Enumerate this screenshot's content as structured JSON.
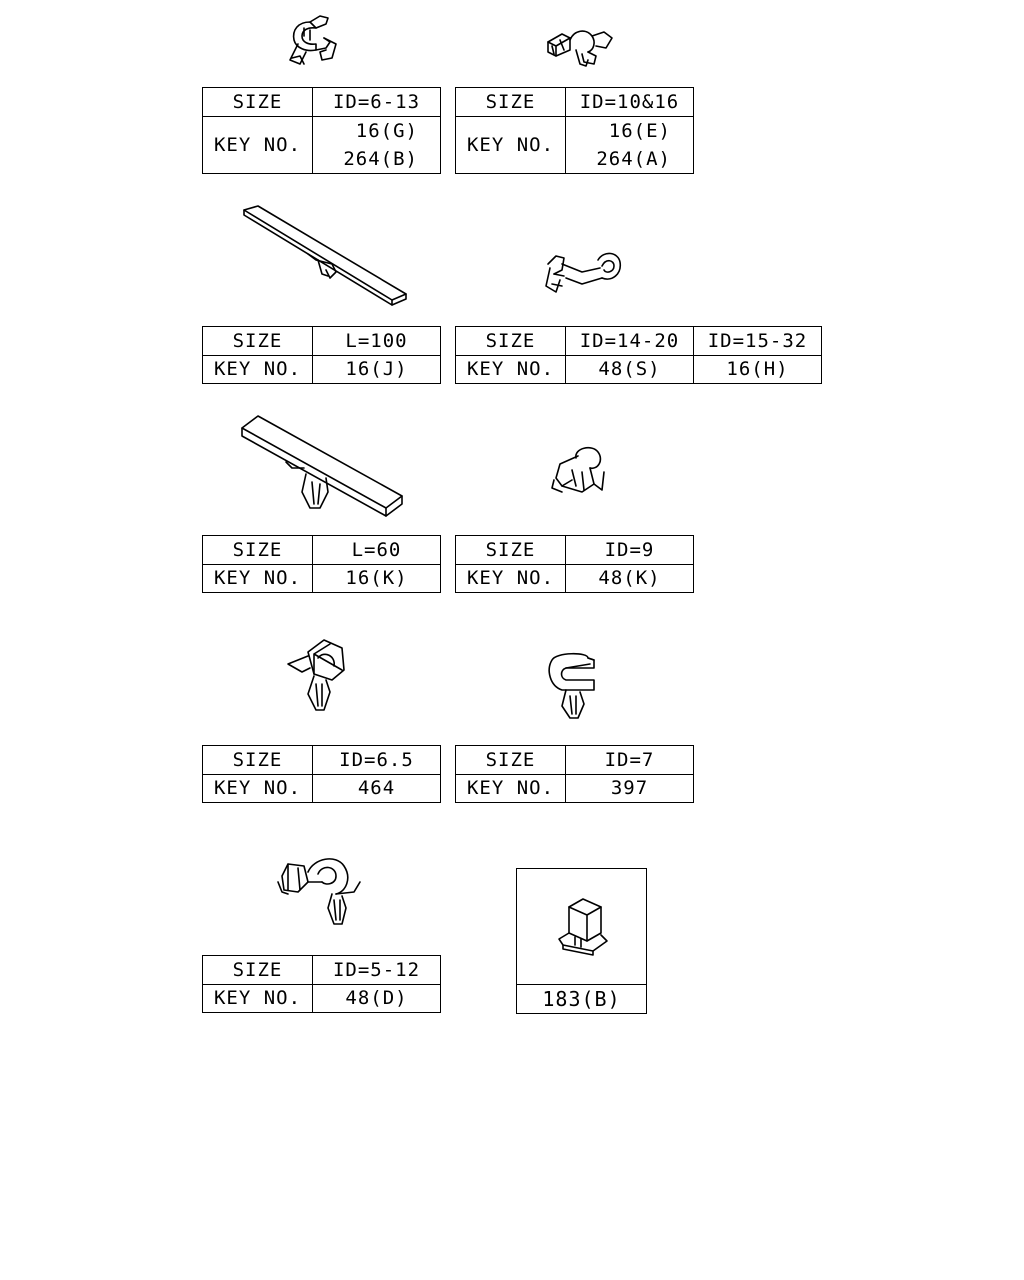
{
  "labels": {
    "size": "SIZE",
    "key": "KEY NO."
  },
  "parts": [
    {
      "size": "ID=6-13",
      "keys": [
        "16(G)",
        "264(B)"
      ]
    },
    {
      "size": "ID=10&16",
      "keys": [
        "16(E)",
        "264(A)"
      ]
    },
    {
      "size": "L=100",
      "keys": [
        "16(J)"
      ]
    },
    {
      "sizes": [
        "ID=14-20",
        "ID=15-32"
      ],
      "keys": [
        "48(S)",
        "16(H)"
      ]
    },
    {
      "size": "L=60",
      "keys": [
        "16(K)"
      ]
    },
    {
      "size": "ID=9",
      "keys": [
        "48(K)"
      ]
    },
    {
      "size": "ID=6.5",
      "keys": [
        "464"
      ]
    },
    {
      "size": "ID=7",
      "keys": [
        "397"
      ]
    },
    {
      "size": "ID=5-12",
      "keys": [
        "48(D)"
      ]
    },
    {
      "keys": [
        "183(B)"
      ]
    }
  ],
  "icons": [
    "hose-clamp-icon",
    "clip-icon",
    "long-strip-clip-icon",
    "hose-clip-icon",
    "short-strip-clip-icon",
    "push-clip-icon",
    "harness-clip-icon",
    "c-clip-icon",
    "double-clip-icon",
    "square-clip-icon"
  ]
}
